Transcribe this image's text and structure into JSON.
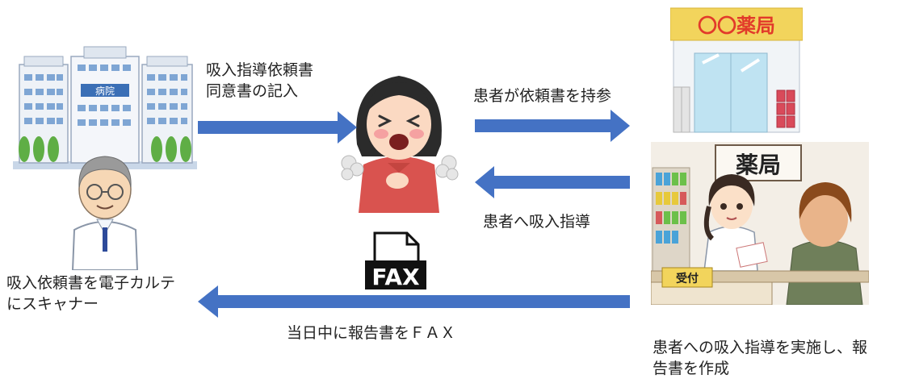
{
  "labels": {
    "hospital_to_patient": "吸入指導依頼書\n同意書の記入",
    "patient_to_pharmacy": "患者が依頼書を持参",
    "pharmacy_to_patient": "患者へ吸入指導",
    "fax_return": "当日中に報告書をＦＡＸ",
    "hospital_action": "吸入依頼書を電子カルテ\nにスキャナー",
    "pharmacy_action": "患者への吸入指導を実施し、報\n告書を作成"
  },
  "hospital_sign": "病院",
  "pharmacy_store_sign": "〇〇薬局",
  "pharmacy_counter_sign": "薬局",
  "counter_tag": "受付",
  "fax_icon_text": "FAX",
  "colors": {
    "arrow": "#4472c4",
    "store_sign": "#f2d45c",
    "store_sign_text": "#e23a2a"
  }
}
